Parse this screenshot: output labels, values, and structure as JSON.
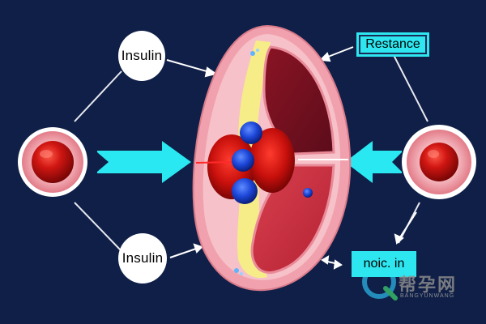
{
  "labels": {
    "insulin_top": "Insulin",
    "insulin_bottom": "Insulin",
    "resistance": "Restance",
    "bottom_right": "noic. in"
  },
  "watermark": {
    "text": "帮孕网",
    "subtext": "BANGYUNWANG"
  },
  "colors": {
    "background": "#0f1f47",
    "arrow_cyan": "#29e8f2",
    "cell_red": "#cc1010",
    "cell_pink": "#f2a0a8",
    "vessel_wall": "#f3a3ae",
    "vessel_lumen": "#c0283a",
    "fat_yellow": "#f6ef86",
    "molecule_blue": "#1a4fd6"
  },
  "icons": [
    "red-blood-cell-icon",
    "cyan-arrow-icon",
    "watermark-logo-icon"
  ]
}
